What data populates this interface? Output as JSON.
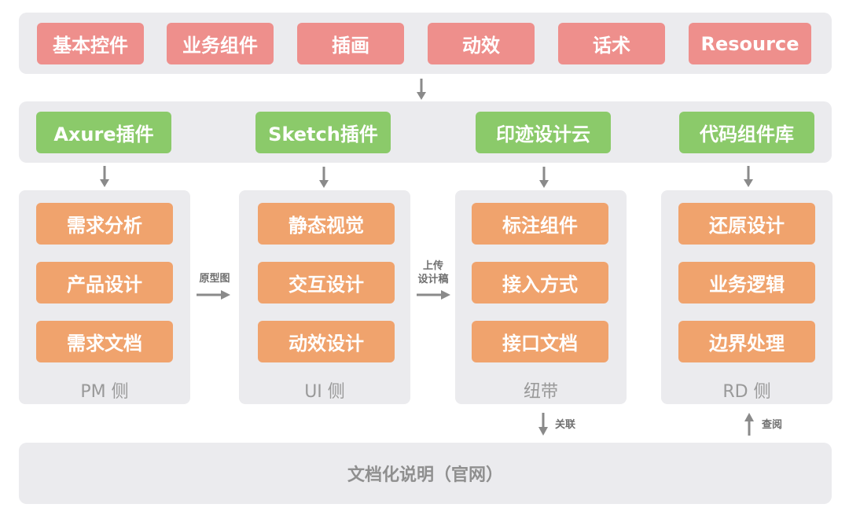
{
  "top_row": [
    "基本控件",
    "业务组件",
    "插画",
    "动效",
    "话术",
    "Resource"
  ],
  "plugin_row": [
    "Axure插件",
    "Sketch插件",
    "印迹设计云",
    "代码组件库"
  ],
  "panels": [
    {
      "items": [
        "需求分析",
        "产品设计",
        "需求文档"
      ],
      "label": "PM 侧"
    },
    {
      "items": [
        "静态视觉",
        "交互设计",
        "动效设计"
      ],
      "label": "UI 侧"
    },
    {
      "items": [
        "标注组件",
        "接入方式",
        "接口文档"
      ],
      "label": "纽带"
    },
    {
      "items": [
        "还原设计",
        "业务逻辑",
        "边界处理"
      ],
      "label": "RD 侧"
    }
  ],
  "edges": {
    "pm_to_ui": "原型图",
    "ui_to_link_line1": "上传",
    "ui_to_link_line2": "设计稿",
    "link_to_docs": "关联",
    "docs_to_rd": "查阅"
  },
  "bottom_band": "文档化说明（官网）",
  "colors": {
    "band": "#ebebee",
    "red_chip": "#ee8f8c",
    "green_chip": "#8bca6a",
    "orange_chip": "#f0a36d",
    "arrow": "#8a8a8a",
    "label": "#999999"
  }
}
